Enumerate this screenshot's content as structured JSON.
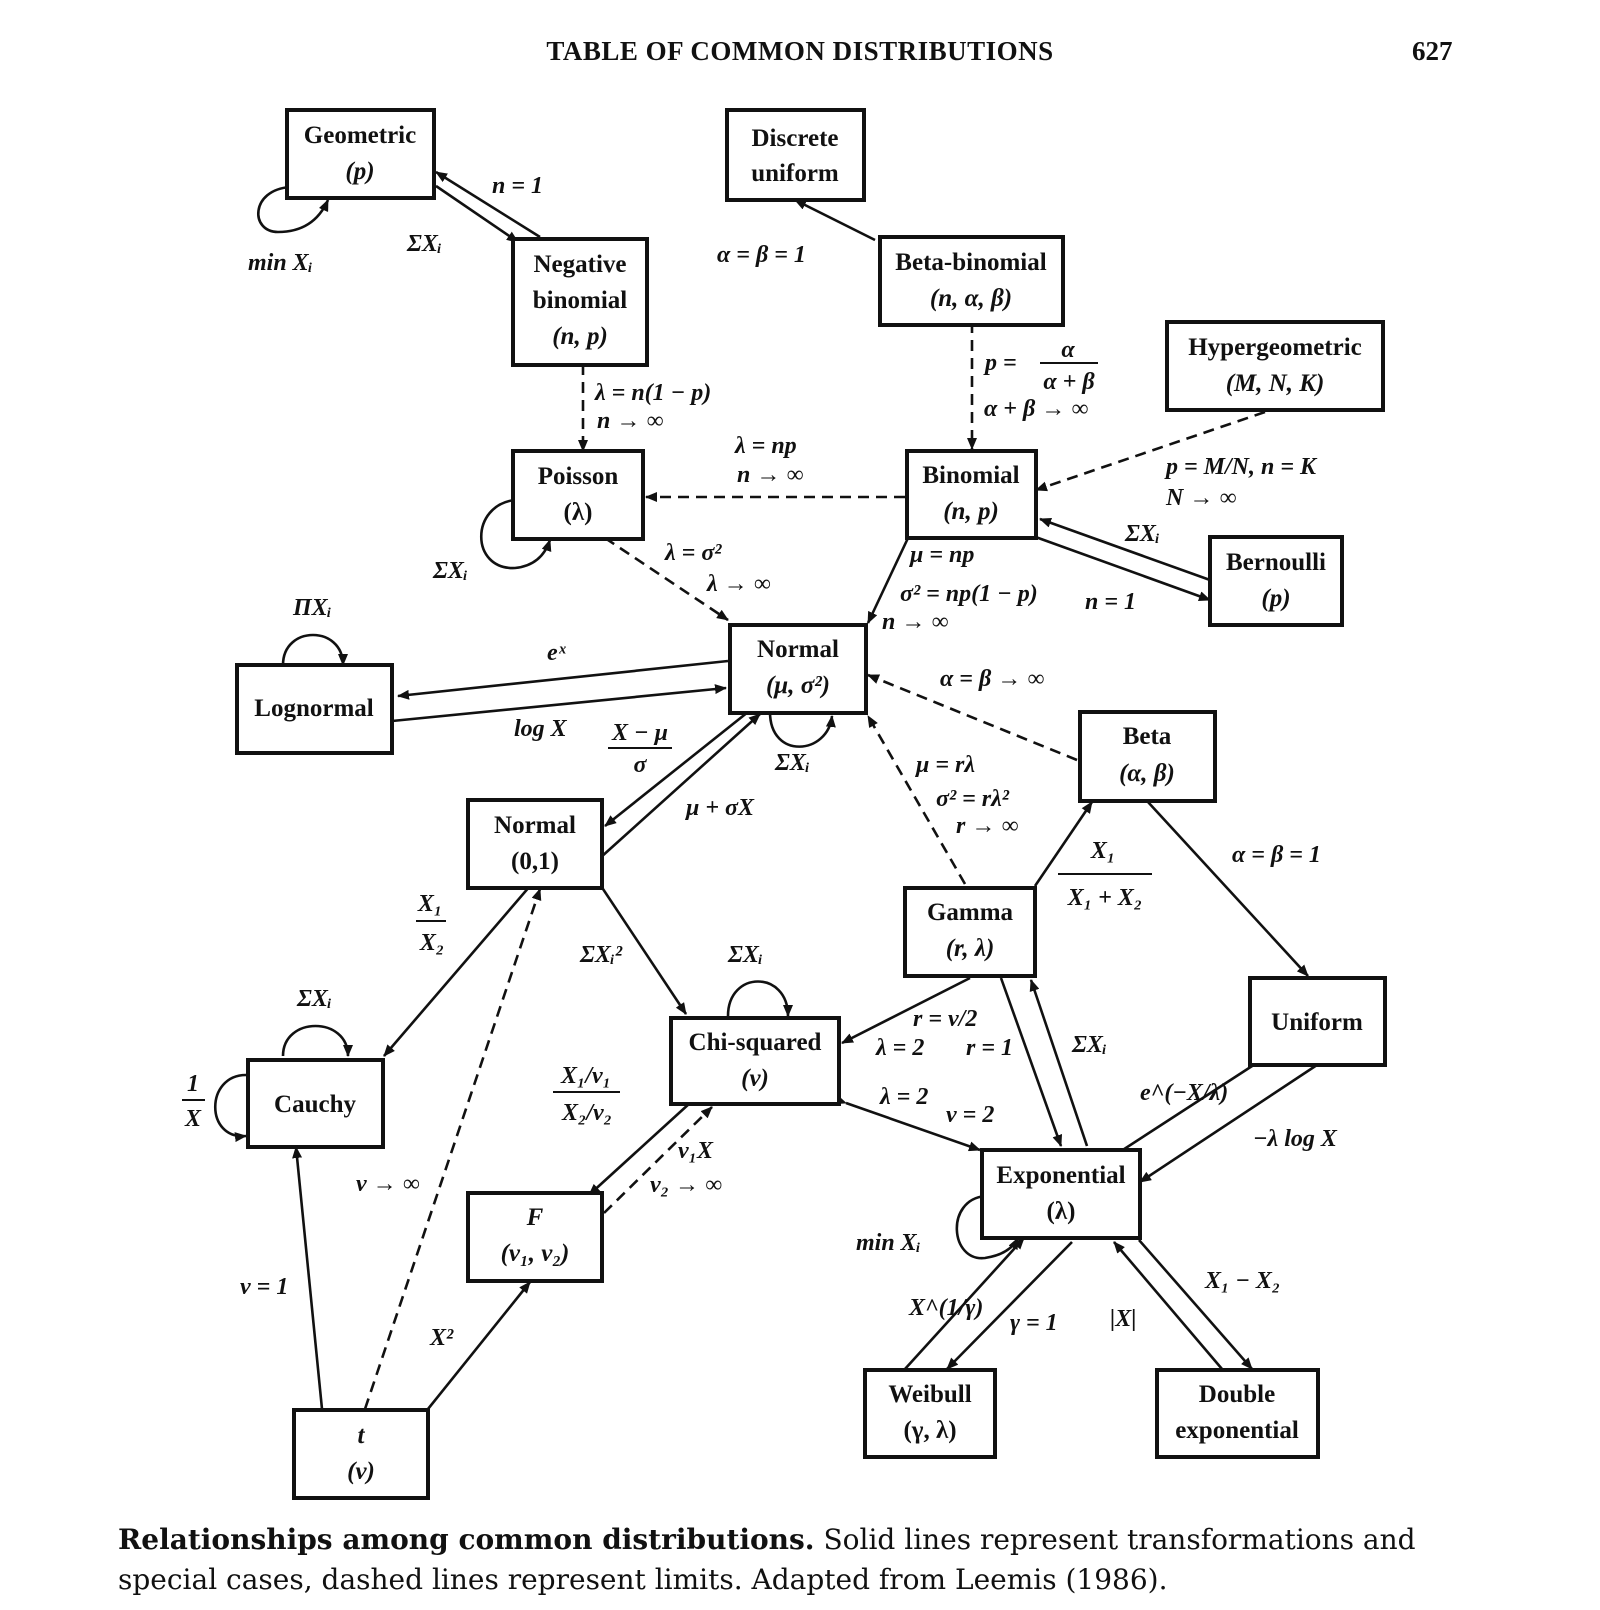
{
  "header": {
    "title": "TABLE OF COMMON DISTRIBUTIONS",
    "page_number": "627"
  },
  "caption": {
    "bold": "Relationships among common distributions.",
    "text": " Solid lines represent transformations and special cases, dashed lines represent limits. Adapted from Leemis (1986)."
  },
  "nodes": {
    "geometric": [
      "Geometric",
      "(p)"
    ],
    "discrete_uniform": [
      "Discrete",
      "uniform"
    ],
    "negative_binomial": [
      "Negative",
      "binomial",
      "(n, p)"
    ],
    "beta_binomial": [
      "Beta-binomial",
      "(n, α, β)"
    ],
    "hypergeometric": [
      "Hypergeometric",
      "(M, N, K)"
    ],
    "poisson": [
      "Poisson",
      "(λ)"
    ],
    "binomial": [
      "Binomial",
      "(n, p)"
    ],
    "bernoulli": [
      "Bernoulli",
      "(p)"
    ],
    "lognormal": [
      "Lognormal"
    ],
    "normal": [
      "Normal",
      "(μ, σ²)"
    ],
    "beta": [
      "Beta",
      "(α, β)"
    ],
    "std_normal": [
      "Normal",
      "(0,1)"
    ],
    "gamma": [
      "Gamma",
      "(r, λ)"
    ],
    "uniform": [
      "Uniform"
    ],
    "cauchy": [
      "Cauchy"
    ],
    "chi_squared": [
      "Chi-squared",
      "(ν)"
    ],
    "f": [
      "F",
      "(ν₁, ν₂)"
    ],
    "exponential": [
      "Exponential",
      "(λ)"
    ],
    "weibull": [
      "Weibull",
      "(γ, λ)"
    ],
    "double_exponential": [
      "Double",
      "exponential"
    ],
    "t": [
      "t",
      "(ν)"
    ]
  },
  "labels": {
    "geo_self": "min Xᵢ",
    "geo_negbin_n1": "n = 1",
    "geo_negbin_sum": "ΣXᵢ",
    "du_betabin": "α = β = 1",
    "negbin_poisson_1": "λ = n(1 − p)",
    "negbin_poisson_2": "n → ∞",
    "betabin_binom_1": "p =",
    "betabin_binom_num": "α",
    "betabin_binom_den": "α + β",
    "betabin_binom_2": "α + β → ∞",
    "hyper_binom_1": "p = M/N, n = K",
    "hyper_binom_2": "N → ∞",
    "binom_poisson_1": "λ = np",
    "binom_poisson_2": "n → ∞",
    "poisson_self": "ΣXᵢ",
    "bern_binom_sum": "ΣXᵢ",
    "bern_binom_n1": "n = 1",
    "poisson_normal_1": "λ = σ²",
    "poisson_normal_2": "λ → ∞",
    "binom_normal_1": "μ = np",
    "binom_normal_2": "σ² = np(1 − p)",
    "binom_normal_3": "n → ∞",
    "lognormal_self": "ΠXᵢ",
    "normal_lognormal": "eˣ",
    "lognormal_normal": "log X",
    "beta_normal": "α = β → ∞",
    "normal_std_num": "X − μ",
    "normal_std_den": "σ",
    "normal_self": "ΣXᵢ",
    "std_normal_normal": "μ + σX",
    "gamma_normal_1": "μ = rλ",
    "gamma_normal_2": "σ² = rλ²",
    "gamma_normal_3": "r → ∞",
    "gamma_beta_num": "X₁",
    "gamma_beta_den": "X₁ + X₂",
    "beta_uniform": "α = β = 1",
    "std_cauchy_num": "X₁",
    "std_cauchy_den": "X₂",
    "std_chi": "ΣXᵢ²",
    "chi_self": "ΣXᵢ",
    "cauchy_self_top": "ΣXᵢ",
    "cauchy_self_num": "1",
    "cauchy_self_den": "X",
    "gamma_chi_1": "r = ν/2",
    "gamma_chi_2": "λ = 2",
    "exp_gamma_r1": "r = 1",
    "exp_gamma_sum": "ΣXᵢ",
    "chi_exp_1": "λ = 2",
    "chi_exp_2": "ν = 2",
    "uniform_exp": "e^(−X/λ)",
    "exp_uniform": "−λ log X",
    "chi_f_num": "X₁/ν₁",
    "chi_f_den": "X₂/ν₂",
    "f_chi_1": "ν₁X",
    "f_chi_2": "ν₂ → ∞",
    "t_std_normal": "ν → ∞",
    "t_cauchy": "ν = 1",
    "t_f": "X²",
    "exp_self": "min Xᵢ",
    "weibull_exp_1": "X^(1/γ)",
    "weibull_exp_2": "γ = 1",
    "dexp_exp_1": "|X|",
    "dexp_exp_2": "X₁ − X₂"
  }
}
